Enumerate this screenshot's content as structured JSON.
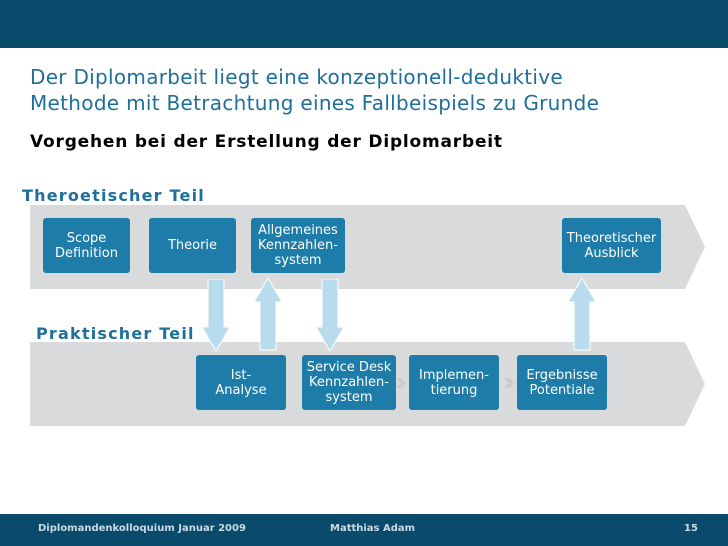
{
  "slide": {
    "title_line1": "Der Diplomarbeit liegt eine konzeptionell-deduktive",
    "title_line2": "Methode mit Betrachtung eines Fallbeispiels zu Grunde",
    "subtitle": "Vorgehen bei der Erstellung der Diplomarbeit"
  },
  "theory": {
    "label": "Theroetischer Teil",
    "boxes": [
      "Scope\nDefinition",
      "Theorie",
      "Allgemeines\nKennzahlen-\nsystem",
      "Theoretischer\nAusblick"
    ]
  },
  "practice": {
    "label": "Praktischer Teil",
    "boxes": [
      "Ist-\nAnalyse",
      "Service Desk\nKennzahlen-\nsystem",
      "Implemen-\ntierung",
      "Ergebnisse\nPotentiale"
    ]
  },
  "footer": {
    "left": "Diplomandenkolloquium Januar 2009",
    "center": "Matthias Adam",
    "page": "15"
  },
  "colors": {
    "header_bar": "#0a4a6a",
    "title_text": "#1e6f9a",
    "box_fill": "#1d7ca8",
    "arrow_fill": "#b8dcee",
    "band_fill": "#d9dadb"
  }
}
